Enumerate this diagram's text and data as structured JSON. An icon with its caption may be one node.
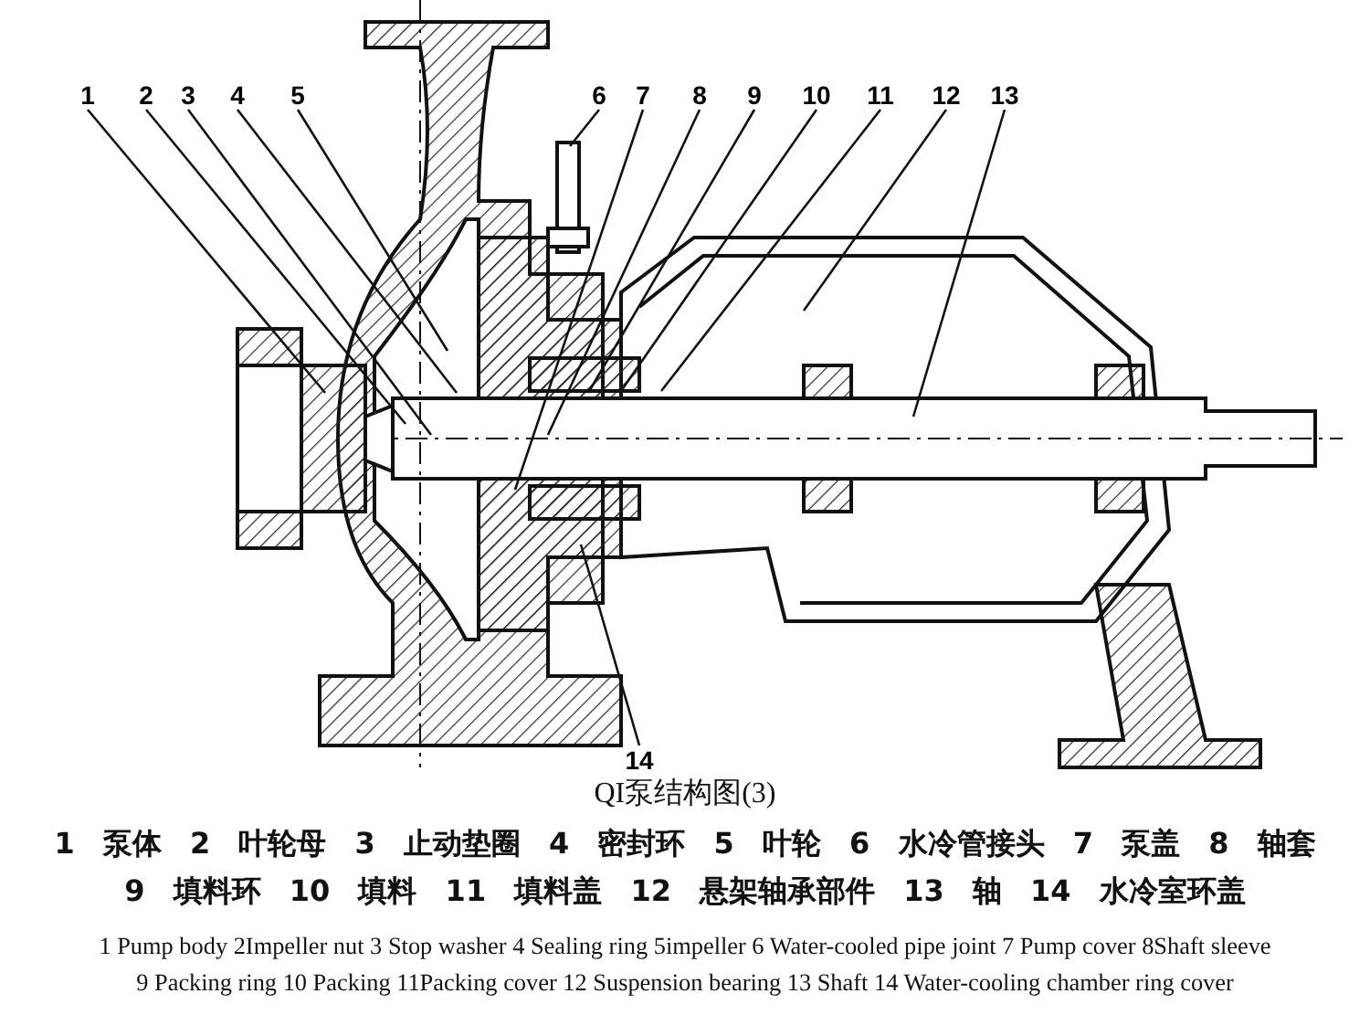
{
  "diagram": {
    "caption": "QI泵结构图(3)",
    "nodes": [
      {
        "text": [
          "1"
        ]
      },
      {
        "text": [
          "2"
        ]
      },
      {
        "text": [
          "3"
        ]
      },
      {
        "text": [
          "4"
        ]
      },
      {
        "text": [
          "5"
        ]
      },
      {
        "text": [
          "6"
        ]
      },
      {
        "text": [
          "7"
        ]
      },
      {
        "text": [
          "8"
        ]
      },
      {
        "text": [
          "9"
        ]
      },
      {
        "text": [
          "10"
        ]
      },
      {
        "text": [
          "11"
        ]
      },
      {
        "text": [
          "12"
        ]
      },
      {
        "text": [
          "13"
        ]
      },
      {
        "text": [
          "14"
        ]
      }
    ],
    "edges": [
      {
        "from": 0,
        "to": null,
        "arrow": "none"
      },
      {
        "from": 1,
        "to": null,
        "arrow": "none"
      },
      {
        "from": 2,
        "to": null,
        "arrow": "none"
      },
      {
        "from": 3,
        "to": null,
        "arrow": "none"
      },
      {
        "from": 4,
        "to": null,
        "arrow": "none"
      },
      {
        "from": 5,
        "to": null,
        "arrow": "none"
      },
      {
        "from": 6,
        "to": null,
        "arrow": "none"
      },
      {
        "from": 7,
        "to": null,
        "arrow": "none"
      },
      {
        "from": 8,
        "to": null,
        "arrow": "none"
      },
      {
        "from": 9,
        "to": null,
        "arrow": "none"
      },
      {
        "from": 10,
        "to": null,
        "arrow": "none"
      },
      {
        "from": 11,
        "to": null,
        "arrow": "none"
      },
      {
        "from": 12,
        "to": null,
        "arrow": "none"
      },
      {
        "from": 13,
        "to": null,
        "arrow": "none"
      }
    ],
    "labels": [
      "1 泵体 2 叶轮母 3 止动垫圈 4 密封环 5 叶轮 6 水冷管接头 7 泵盖 8 轴套",
      "9 填料环 10 填料 11 填料盖 12 悬架轴承部件 13 轴 14 水冷室环盖",
      "1 Pump body 2Impeller nut 3 Stop washer 4 Sealing ring 5impeller 6 Water-cooled pipe joint 7 Pump cover 8Shaft sleeve",
      "9 Packing ring 10 Packing 11Packing cover 12 Suspension bearing 13 Shaft 14 Water-cooling chamber ring cover"
    ]
  }
}
